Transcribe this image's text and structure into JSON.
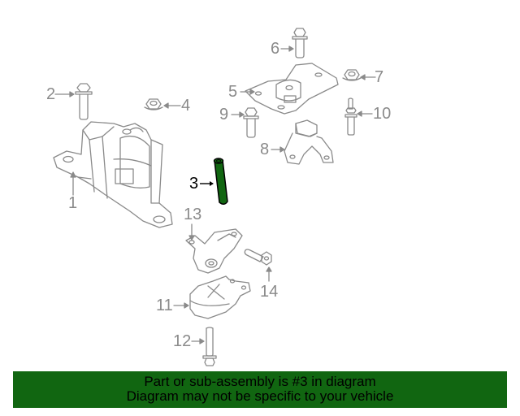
{
  "diagram": {
    "type": "parts-exploded-view",
    "highlighted_part": 3,
    "highlight_color": "#116611",
    "line_color": "#8a8a8a",
    "callouts": [
      {
        "number": "1",
        "label": "1"
      },
      {
        "number": "2",
        "label": "2"
      },
      {
        "number": "3",
        "label": "3"
      },
      {
        "number": "4",
        "label": "4"
      },
      {
        "number": "5",
        "label": "5"
      },
      {
        "number": "6",
        "label": "6"
      },
      {
        "number": "7",
        "label": "7"
      },
      {
        "number": "8",
        "label": "8"
      },
      {
        "number": "9",
        "label": "9"
      },
      {
        "number": "10",
        "label": "10"
      },
      {
        "number": "11",
        "label": "11"
      },
      {
        "number": "12",
        "label": "12"
      },
      {
        "number": "13",
        "label": "13"
      },
      {
        "number": "14",
        "label": "14"
      }
    ]
  },
  "banner": {
    "line1": "Part or sub-assembly is #3 in diagram",
    "line2": "Diagram may not be specific to your vehicle",
    "background": "#116611"
  }
}
